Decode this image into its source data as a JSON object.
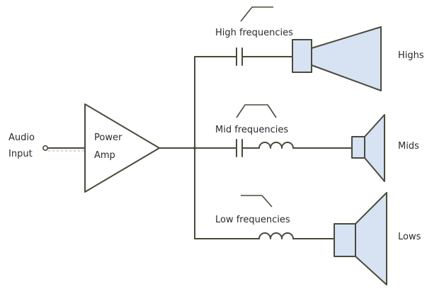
{
  "labels": {
    "audio": "Audio",
    "input": "Input",
    "power": "Power",
    "amp": "Amp",
    "high_frequencies": "High frequencies",
    "mid_frequencies": "Mid frequencies",
    "low_frequencies": "Low frequencies",
    "highs": "Highs",
    "mids": "Mids",
    "lows": "Lows"
  },
  "colors": {
    "wire": "#4a4a3a",
    "speaker_fill": "#d7e3f3",
    "text": "#2a2a2a"
  },
  "icons": {
    "input_terminal": "open-circle-terminal",
    "capacitor": "capacitor-symbol",
    "inductor": "inductor-coil-symbol",
    "horn_tweeter": "horn-speaker-icon",
    "cone_speaker": "cone-speaker-icon"
  }
}
